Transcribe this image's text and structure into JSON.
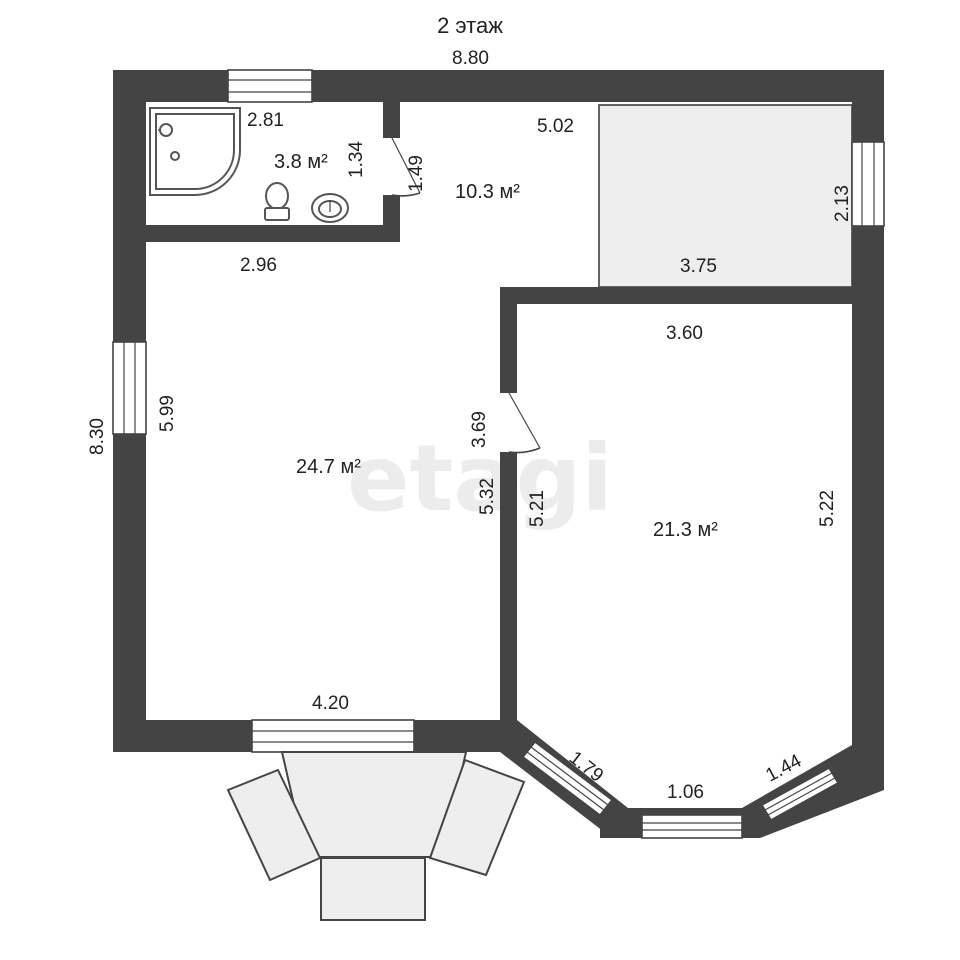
{
  "floor_title": "2 этаж",
  "watermark": "etagi",
  "rooms": {
    "bathroom_area": "3.8 м²",
    "hall_area": "10.3 м²",
    "living_area": "24.7 м²",
    "bedroom_area": "21.3 м²"
  },
  "dimensions": {
    "top_total": "8.80",
    "left_total": "8.30",
    "bath_width": "2.81",
    "bath_height": "1.34",
    "door_hall": "1.49",
    "hall_width": "5.02",
    "stair_height": "2.13",
    "stair_width": "3.75",
    "living_top": "2.96",
    "living_left": "5.99",
    "bedroom_top": "3.60",
    "door_bedroom": "3.69",
    "living_right": "5.32",
    "bedroom_left": "5.21",
    "bedroom_right": "5.22",
    "living_bottom": "4.20",
    "bay_left": "1.79",
    "bay_bottom": "1.06",
    "bay_right": "1.44"
  }
}
